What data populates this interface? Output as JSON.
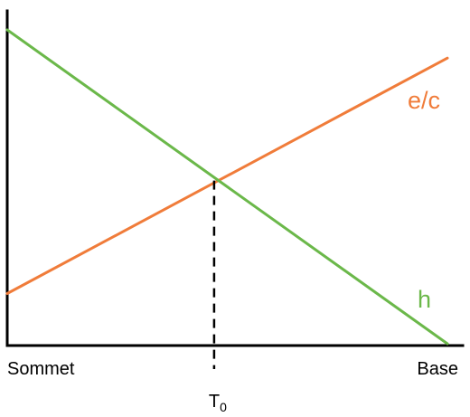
{
  "chart_data": {
    "type": "line",
    "title": "",
    "xlabel": "",
    "ylabel": "",
    "x_tick_labels": {
      "left": "Sommet",
      "right": "Base"
    },
    "crossing_marker": {
      "label_main": "T",
      "label_sub": "0",
      "x": 0.47
    },
    "xlim": [
      0,
      1
    ],
    "ylim": [
      0,
      1
    ],
    "series": [
      {
        "name": "e/c",
        "color": "#f07c3a",
        "x": [
          0,
          1
        ],
        "y": [
          0.16,
          0.91
        ]
      },
      {
        "name": "h",
        "color": "#6bb84a",
        "x": [
          0,
          1
        ],
        "y": [
          1.0,
          0.0
        ]
      }
    ],
    "grid": false,
    "legend": "none"
  }
}
